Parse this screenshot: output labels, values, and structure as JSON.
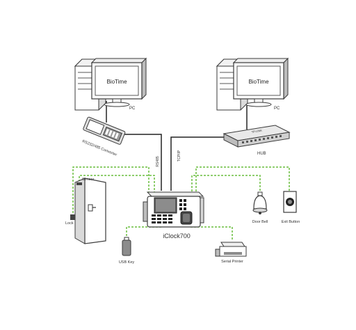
{
  "left_pc": {
    "screen_text": "BioTime",
    "label": "PC"
  },
  "right_pc": {
    "screen_text": "BioTime",
    "label": "PC"
  },
  "converter": {
    "label": "RS232/485 Converter"
  },
  "hub": {
    "label": "HUB",
    "brand": "TP-LINK"
  },
  "links": {
    "rs485": "RS485",
    "tcpip": "TCP/IP"
  },
  "device": {
    "name": "iClock700"
  },
  "peripherals": {
    "sensor": "Sensor",
    "lock": "Lock",
    "usb_key": "USB Key",
    "serial_printer": "Serial Printer",
    "door_bell": "Door Bell",
    "exit_button": "Exit Button"
  },
  "colors": {
    "outline": "#3a3a3a",
    "fill": "#ffffff",
    "shade": "#d6d6d6",
    "dark_shade": "#8c8c8c",
    "wire_green": "#6abe3f",
    "wire_black": "#222222"
  }
}
